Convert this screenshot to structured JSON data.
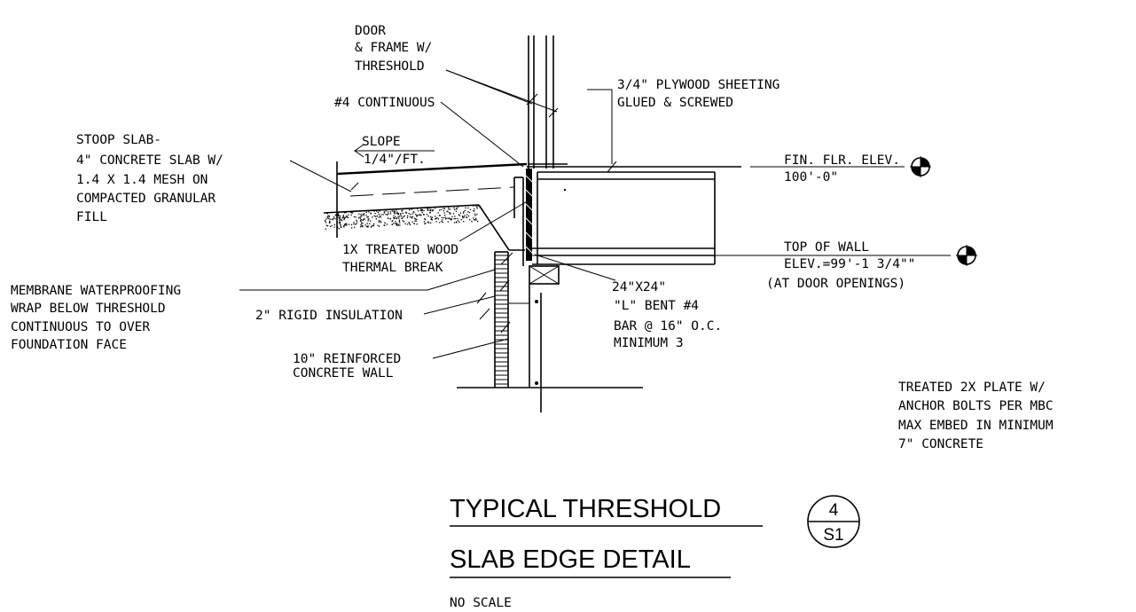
{
  "labels": {
    "door_1": "DOOR",
    "door_2": "& FRAME W/",
    "door_3": "THRESHOLD",
    "plywood_1": "3/4\" PLYWOOD SHEETING",
    "plywood_2": "GLUED & SCREWED",
    "continuous": "#4 CONTINUOUS",
    "stoop_1": "STOOP SLAB-",
    "stoop_2": "4\" CONCRETE SLAB  W/",
    "stoop_3": "1.4 X 1.4 MESH ON",
    "stoop_4": "COMPACTED GRANULAR",
    "stoop_5": "FILL",
    "slope_1": "SLOPE",
    "slope_2": "1/4\"/FT.",
    "fin_flr_1": "FIN. FLR. ELEV.",
    "fin_flr_2": "100'-0\"",
    "thermal_1": "1X TREATED WOOD",
    "thermal_2": "THERMAL BREAK",
    "top_wall_1": "TOP OF WALL",
    "top_wall_2": "ELEV.=99'-1 3/4\"\"",
    "top_wall_3": "(AT DOOR OPENINGS)",
    "membrane_1": "MEMBRANE WATERPROOFING",
    "membrane_2": "WRAP BELOW THRESHOLD",
    "membrane_3": "CONTINUOUS TO OVER",
    "membrane_4": "FOUNDATION FACE",
    "rigid": "2\" RIGID INSULATION",
    "bent_1": "24\"X24\"",
    "bent_2": "\"L\" BENT #4",
    "bent_3": "BAR @ 16\" O.C.",
    "bent_4": "MINIMUM 3",
    "wall_1": "10\" REINFORCED",
    "wall_2": "CONCRETE WALL",
    "plate_1": "TREATED 2X PLATE W/",
    "plate_2": "ANCHOR BOLTS PER MBC",
    "plate_3": "MAX EMBED IN MINIMUM",
    "plate_4": "7\" CONCRETE"
  },
  "title": {
    "line1": "TYPICAL THRESHOLD",
    "line2": "SLAB EDGE DETAIL",
    "scale": "NO SCALE"
  },
  "callout": {
    "detail": "4",
    "sheet": "S1"
  }
}
